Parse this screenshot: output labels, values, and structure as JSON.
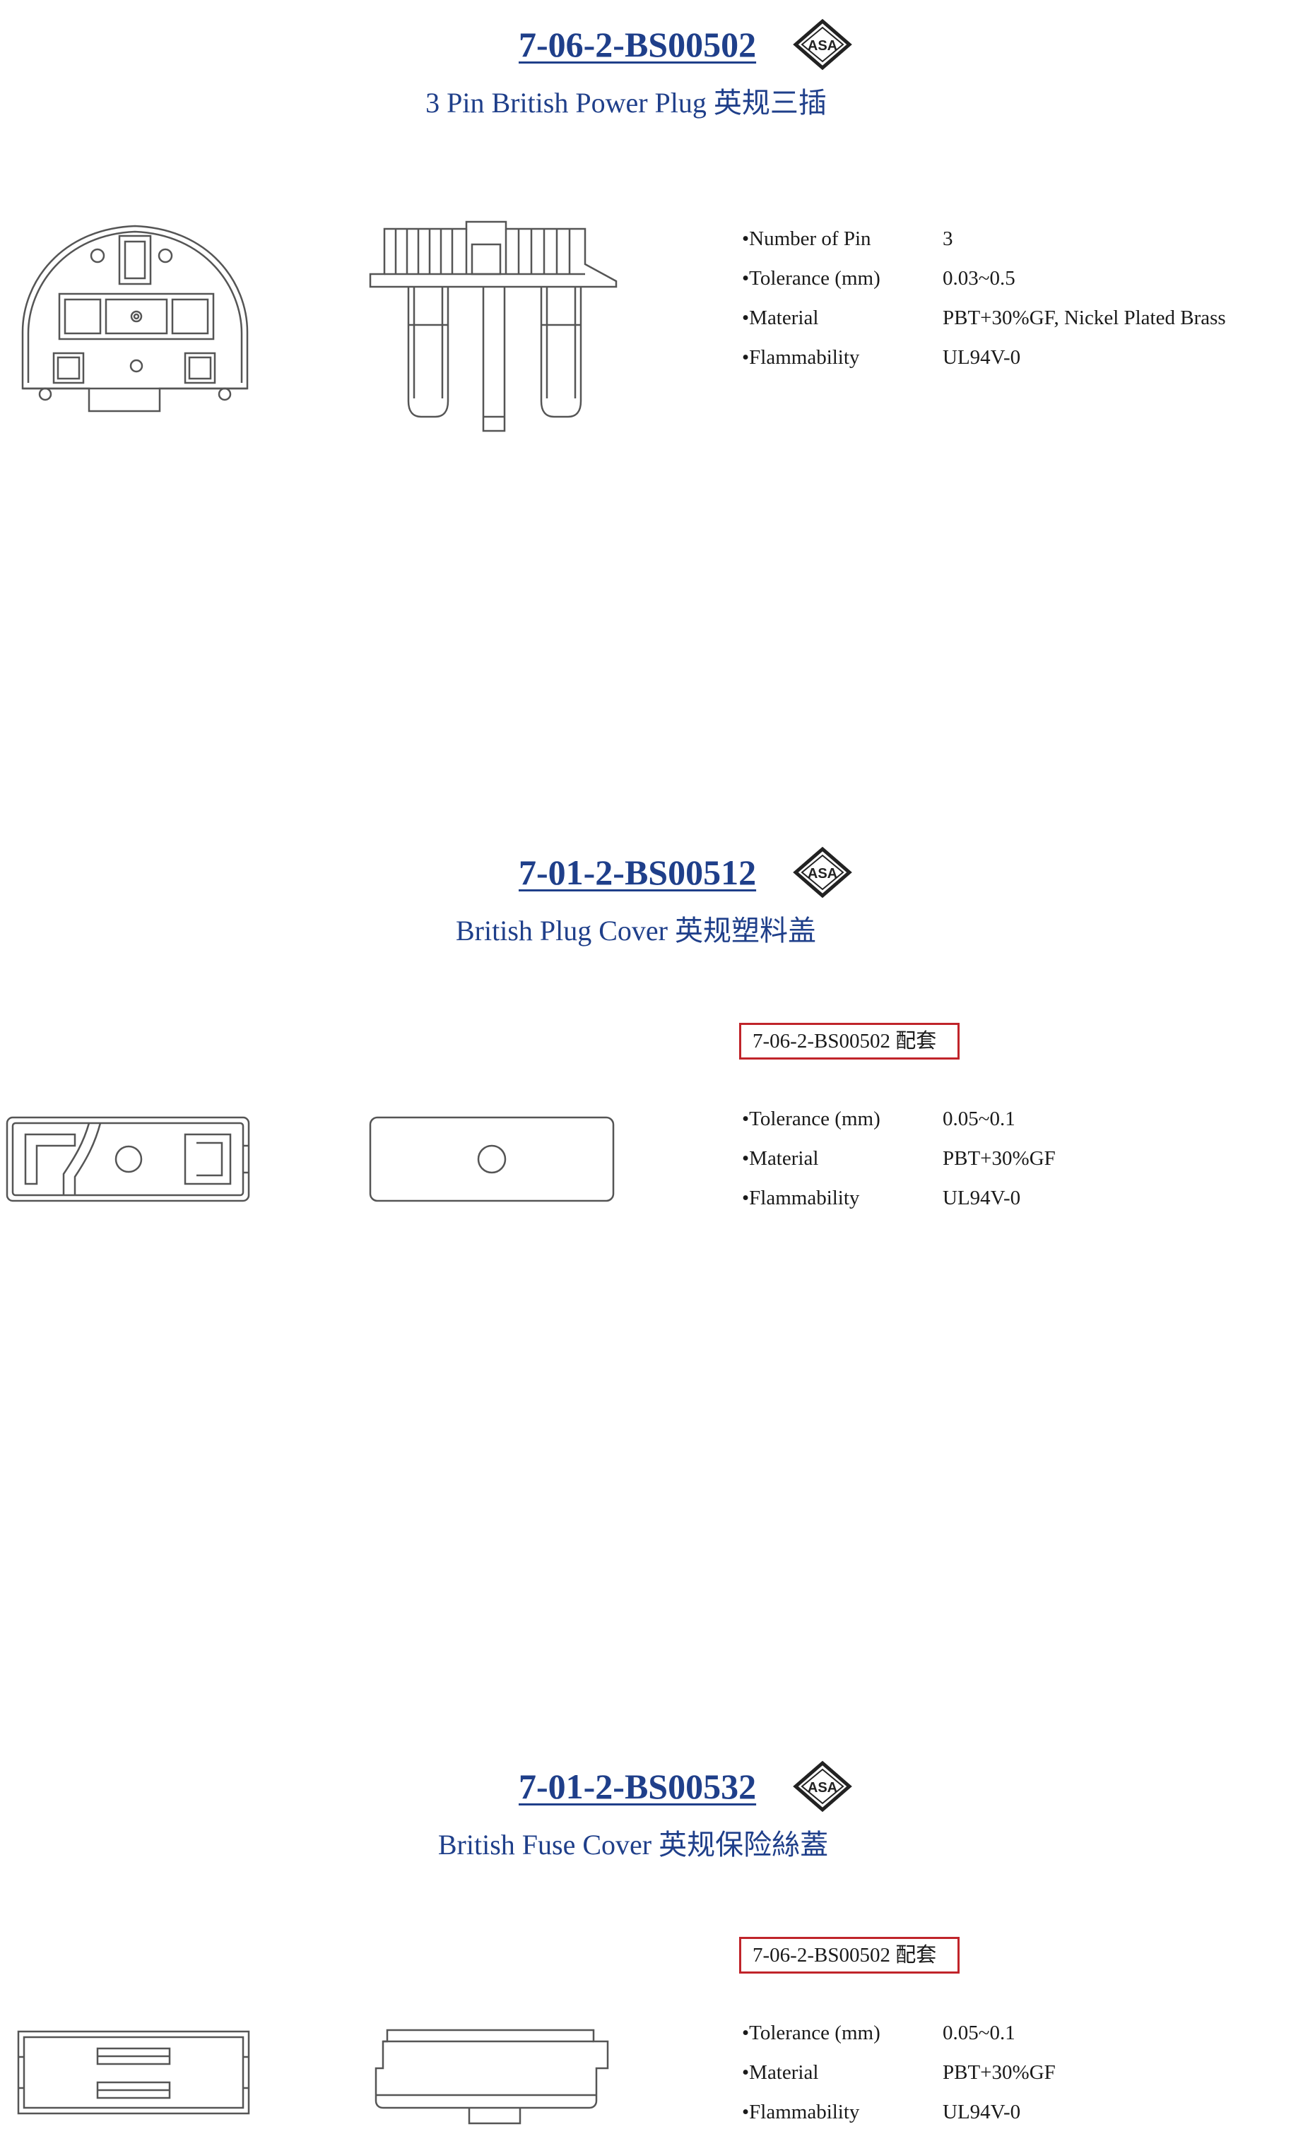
{
  "products": [
    {
      "code": "7-06-2-BS00502",
      "subtitle": "3 Pin British Power Plug 英规三插",
      "compat": "",
      "specs": [
        {
          "label": "•Number of Pin",
          "value": "3"
        },
        {
          "label": "•Tolerance (mm)",
          "value": "0.03~0.5"
        },
        {
          "label": "•Material",
          "value": "PBT+30%GF, Nickel Plated Brass"
        },
        {
          "label": "•Flammability",
          "value": "UL94V-0"
        }
      ]
    },
    {
      "code": "7-01-2-BS00512",
      "subtitle": "British Plug Cover 英规塑料盖",
      "compat": "7-06-2-BS00502 配套",
      "specs": [
        {
          "label": "•Tolerance (mm)",
          "value": "0.05~0.1"
        },
        {
          "label": "•Material",
          "value": "PBT+30%GF"
        },
        {
          "label": "•Flammability",
          "value": "UL94V-0"
        }
      ]
    },
    {
      "code": "7-01-2-BS00532",
      "subtitle": "British Fuse Cover 英规保险絲蓋",
      "compat": "7-06-2-BS00502 配套",
      "specs": [
        {
          "label": "•Tolerance (mm)",
          "value": "0.05~0.1"
        },
        {
          "label": "•Material",
          "value": "PBT+30%GF"
        },
        {
          "label": "•Flammability",
          "value": "UL94V-0"
        }
      ]
    }
  ],
  "logo_text": "ASA",
  "colors": {
    "title": "#1f3f8a",
    "compat_border": "#c0242a",
    "drawing_line": "#555555"
  }
}
